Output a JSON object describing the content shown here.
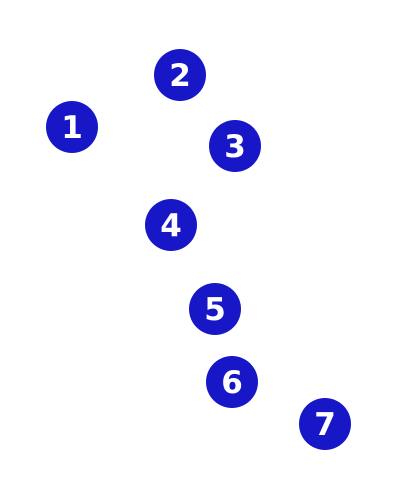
{
  "marker_color": "#1717c8",
  "markers": [
    {
      "label": "1"
    },
    {
      "label": "2"
    },
    {
      "label": "3"
    },
    {
      "label": "4"
    },
    {
      "label": "5"
    },
    {
      "label": "6"
    },
    {
      "label": "7"
    }
  ]
}
